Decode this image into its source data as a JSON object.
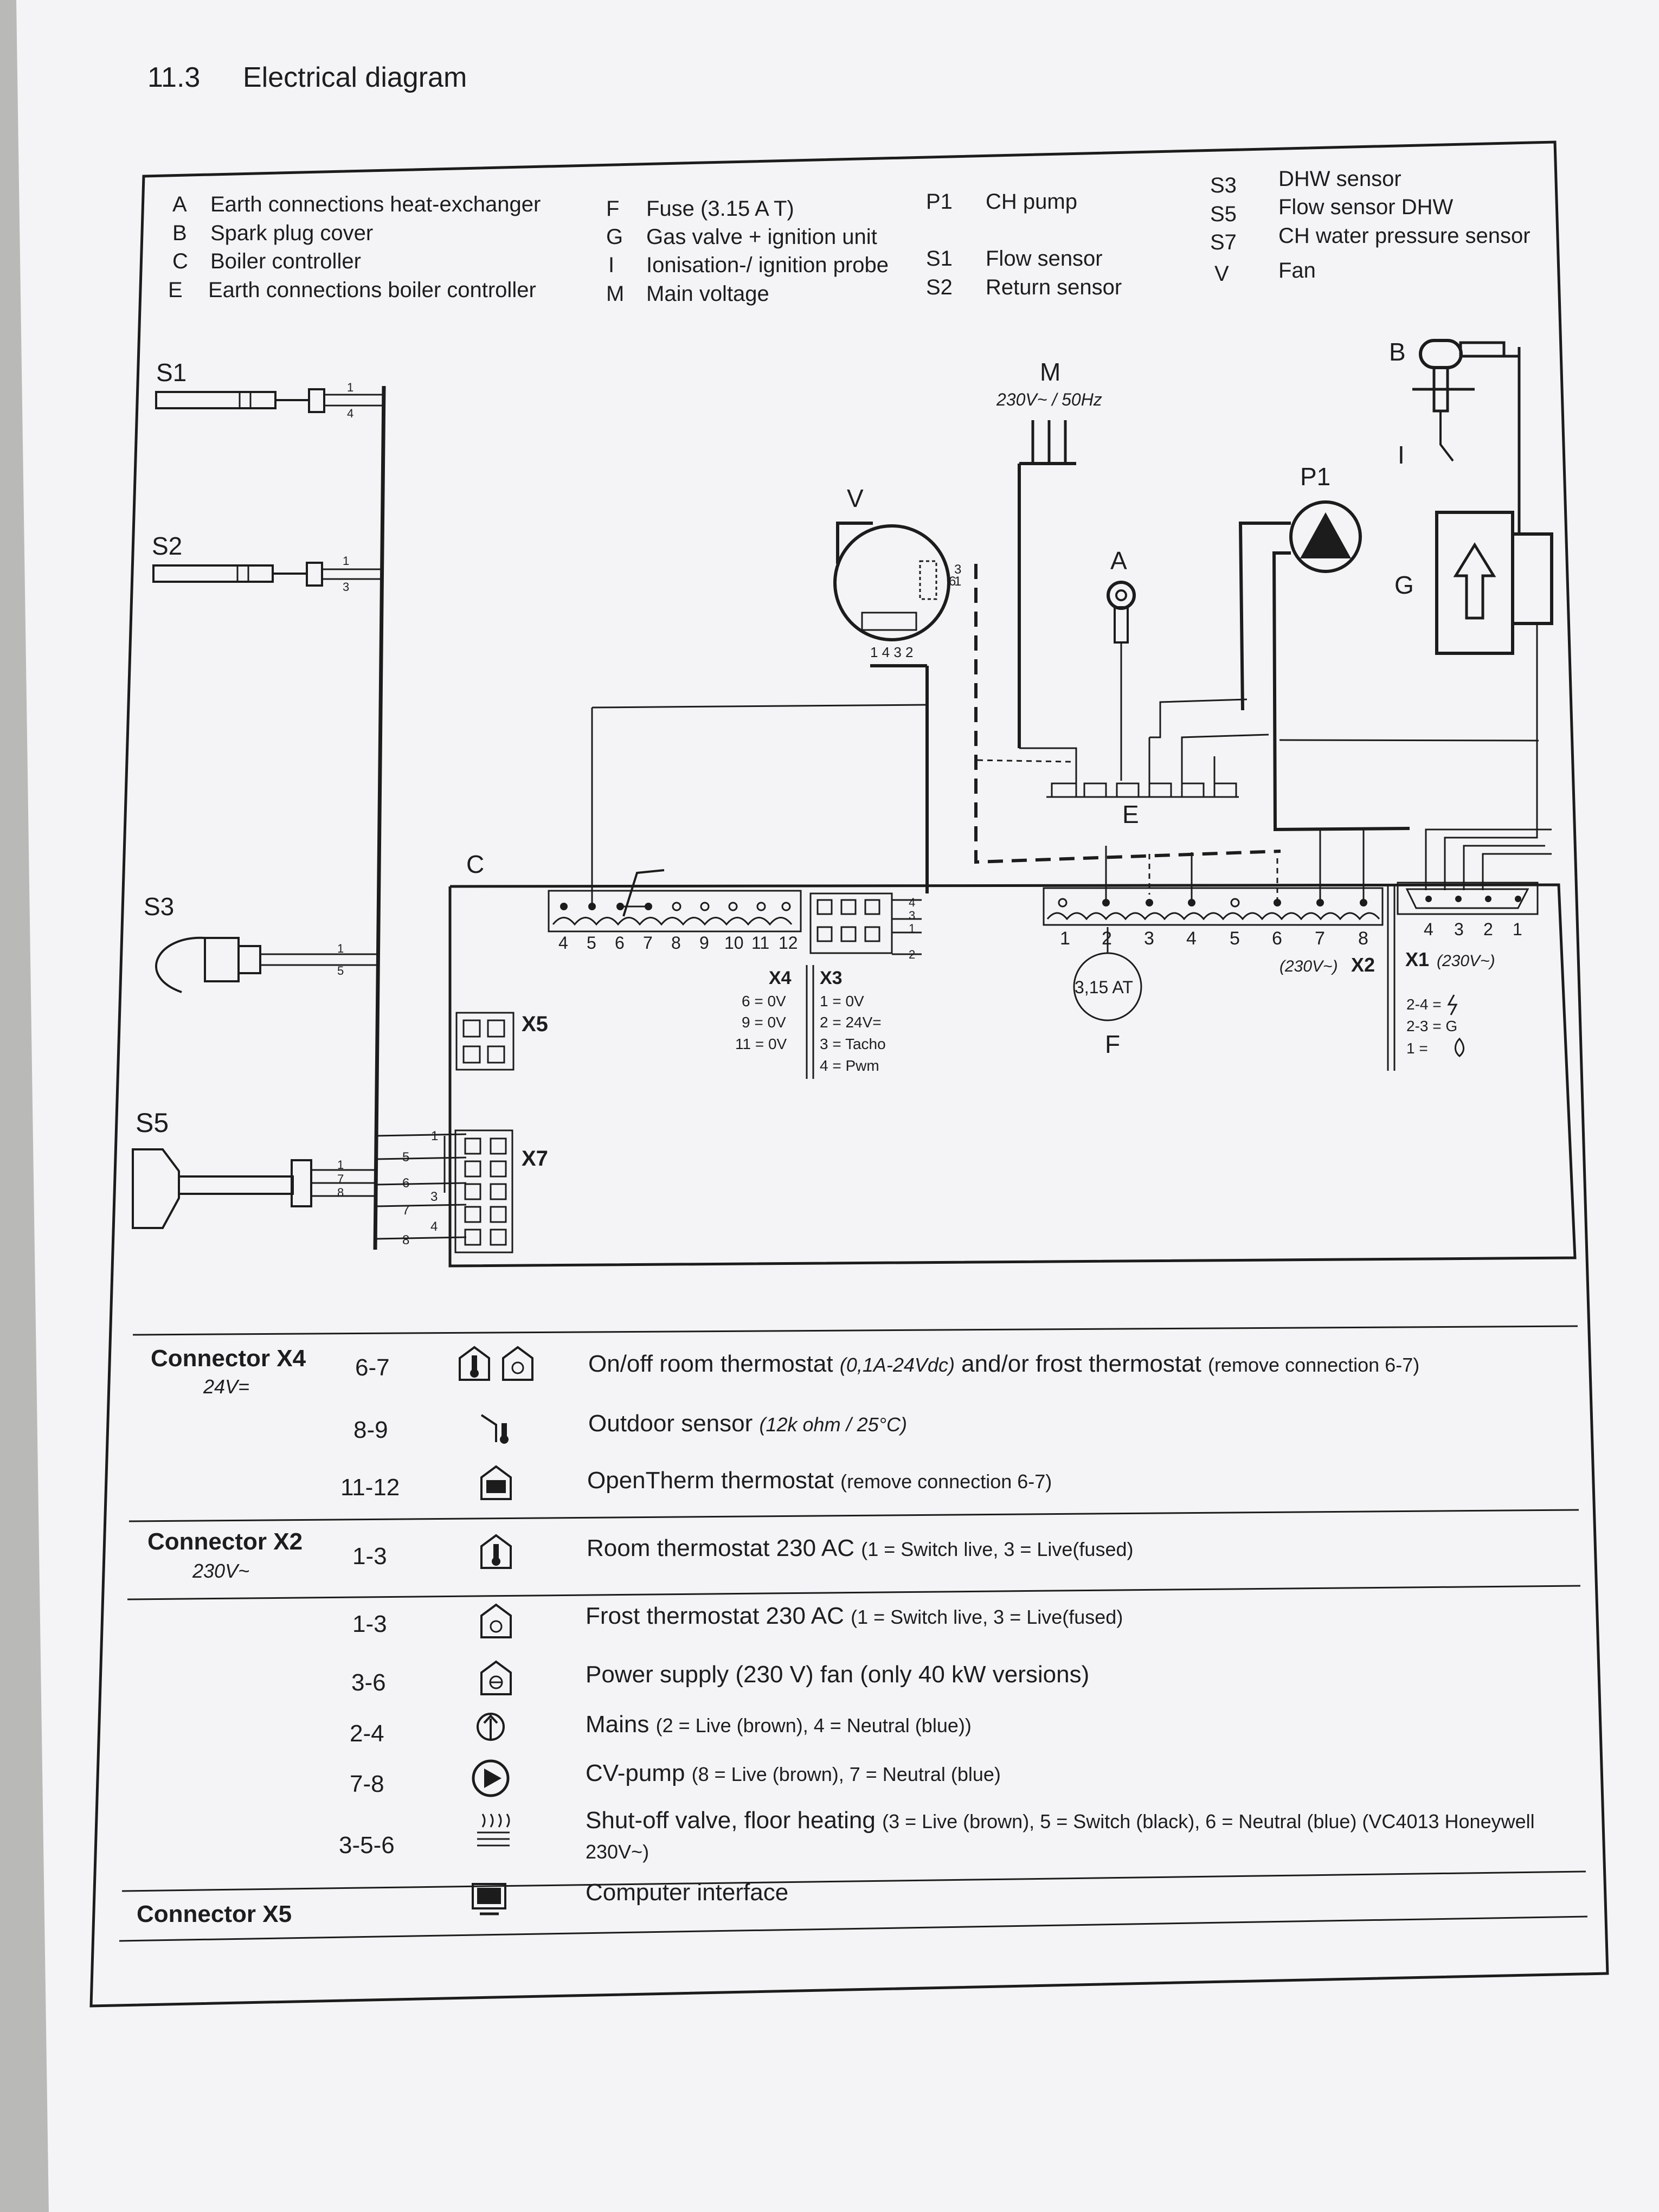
{
  "colors": {
    "paper": "#f4f4f6",
    "ink": "#1d1d1f",
    "background": "#b9b9b7"
  },
  "section": {
    "number": "11.3",
    "title": "Electrical diagram"
  },
  "legend": [
    {
      "code": "A",
      "text": "Earth connections heat-exchanger"
    },
    {
      "code": "B",
      "text": "Spark plug cover"
    },
    {
      "code": "C",
      "text": "Boiler controller"
    },
    {
      "code": "E",
      "text": "Earth connections boiler controller"
    },
    {
      "code": "F",
      "text": "Fuse (3.15 A T)"
    },
    {
      "code": "G",
      "text": "Gas valve + ignition unit"
    },
    {
      "code": "I",
      "text": "Ionisation-/ ignition probe"
    },
    {
      "code": "M",
      "text": "Main voltage"
    },
    {
      "code": "P1",
      "text": "CH pump"
    },
    {
      "code": "S1",
      "text": "Flow sensor"
    },
    {
      "code": "S2",
      "text": "Return sensor"
    },
    {
      "code": "S3",
      "text": "DHW sensor"
    },
    {
      "code": "S5",
      "text": "Flow sensor DHW"
    },
    {
      "code": "S7",
      "text": "CH water pressure sensor"
    },
    {
      "code": "V",
      "text": "Fan"
    }
  ],
  "diagram": {
    "labels": {
      "s1": "S1",
      "s2": "S2",
      "s3": "S3",
      "s5": "S5",
      "c": "C",
      "m": "M",
      "v": "V",
      "a": "A",
      "b": "B",
      "i": "I",
      "p1": "P1",
      "g": "G",
      "e": "E",
      "f": "F",
      "x5": "X5",
      "x7": "X7"
    },
    "main_voltage": "230V~ / 50Hz",
    "fan_pins": "1 4 3 2",
    "fuse_value": "3,15 AT",
    "x4_pins": [
      "4",
      "5",
      "6",
      "7",
      "8",
      "9",
      "10",
      "11",
      "12"
    ],
    "x4": {
      "name": "X4",
      "lines": [
        "6 = 0V",
        "9 = 0V",
        "11 = 0V"
      ]
    },
    "x3": {
      "name": "X3",
      "lines": [
        "1  = 0V",
        "2  = 24V=",
        "3  = Tacho",
        "4  = Pwm"
      ]
    },
    "x2": {
      "name": "X2",
      "voltage": "(230V~)",
      "pins": [
        "1",
        "2",
        "3",
        "4",
        "5",
        "6",
        "7",
        "8"
      ]
    },
    "x1": {
      "name": "X1",
      "voltage": "(230V~)",
      "pins": [
        "4",
        "3",
        "2",
        "1"
      ],
      "lines": [
        "2-4 =",
        "2-3 = G",
        "1   ="
      ]
    },
    "sensor_pins": {
      "s1": [
        "1",
        "4"
      ],
      "s2": [
        "1",
        "3"
      ],
      "s3": [
        "1",
        "5"
      ],
      "s5": [
        "1",
        "7",
        "8"
      ]
    },
    "x7_wires": [
      "1",
      "5",
      "6",
      "3",
      "7",
      "4",
      "8"
    ],
    "x3_pins": [
      "4",
      "3",
      "1",
      "2"
    ],
    "fan_side_pins": [
      "3",
      "1",
      "6"
    ]
  },
  "connectors": [
    {
      "name": "Connector X4",
      "voltage": "24V=",
      "rows": [
        {
          "pins": "6-7",
          "icon": "thermostat-frost-icon",
          "main": "On/off room thermostat ",
          "italic": "(0,1A-24Vdc)",
          "main2": " and/or frost thermostat ",
          "note": "(remove connection 6-7)"
        },
        {
          "pins": "8-9",
          "icon": "outdoor-sensor-icon",
          "main": "Outdoor sensor ",
          "italic": "(12k ohm / 25°C)",
          "main2": "",
          "note": ""
        },
        {
          "pins": "11-12",
          "icon": "opentherm-icon",
          "main": "OpenTherm thermostat ",
          "italic": "",
          "main2": "",
          "note": " (remove connection 6-7)"
        }
      ]
    },
    {
      "name": "Connector X2",
      "voltage": "230V~",
      "rows": [
        {
          "pins": "1-3",
          "icon": "room-thermostat-icon",
          "main": "Room thermostat 230 AC ",
          "italic": "",
          "main2": "",
          "note": "(1 = Switch live, 3 = Live(fused)"
        },
        {
          "pins": "1-3",
          "icon": "frost-thermostat-icon",
          "main": "Frost thermostat 230 AC ",
          "italic": "",
          "main2": "",
          "note": "(1 = Switch live, 3 = Live(fused)"
        },
        {
          "pins": "3-6",
          "icon": "fan-power-icon",
          "main": "Power supply (230 V) fan (only 40 kW versions)",
          "italic": "",
          "main2": "",
          "note": ""
        },
        {
          "pins": "2-4",
          "icon": "mains-icon",
          "main": "Mains ",
          "italic": "",
          "main2": "",
          "note": "(2 = Live (brown), 4 = Neutral (blue))"
        },
        {
          "pins": "7-8",
          "icon": "pump-icon",
          "main": "CV-pump ",
          "italic": "",
          "main2": "",
          "note": "(8 = Live (brown), 7 = Neutral (blue)"
        },
        {
          "pins": "3-5-6",
          "icon": "floor-heating-icon",
          "main": "Shut-off valve, floor heating ",
          "italic": "",
          "main2": "",
          "note": "(3 = Live (brown), 5 = Switch (black), 6 = Neutral (blue) (VC4013 Honeywell",
          "note2": "230V~)"
        }
      ]
    },
    {
      "name": "Connector X5",
      "voltage": "",
      "rows": [
        {
          "pins": "",
          "icon": "computer-icon",
          "main": "Computer interface",
          "italic": "",
          "main2": "",
          "note": ""
        }
      ]
    }
  ]
}
